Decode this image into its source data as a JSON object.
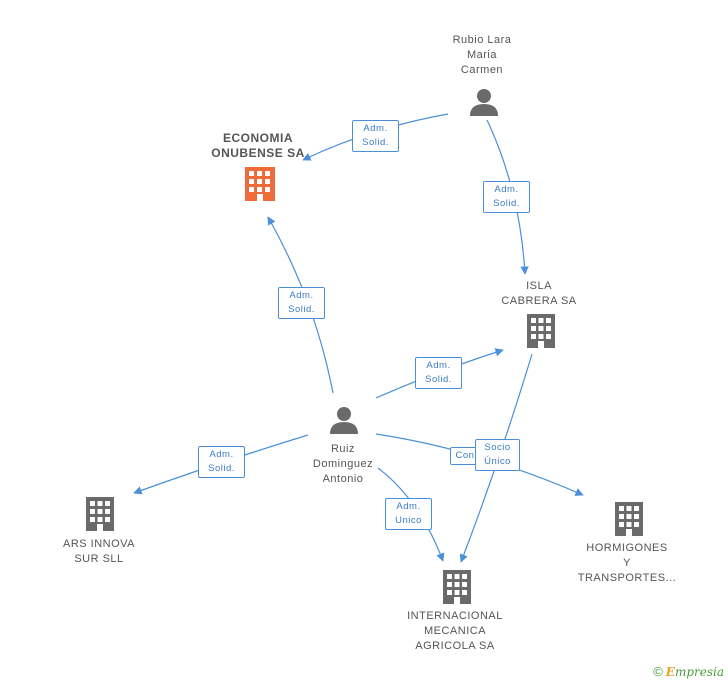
{
  "colors": {
    "edge": "#4a90d9",
    "company_icon": "#6a6a6a",
    "highlight_company_icon": "#f06a3a",
    "person_icon": "#6a6a6a"
  },
  "nodes": {
    "economia": {
      "lines": [
        "ECONOMIA",
        "ONUBENSE SA"
      ],
      "icon": "building-icon"
    },
    "rubio": {
      "lines": [
        "Rubio Lara",
        "Maria",
        "Carmen"
      ],
      "icon": "person-icon"
    },
    "isla": {
      "lines": [
        "ISLA",
        "CABRERA SA"
      ],
      "icon": "building-icon"
    },
    "ruiz": {
      "lines": [
        "Ruiz",
        "Dominguez",
        "Antonio"
      ],
      "icon": "person-icon"
    },
    "ars": {
      "lines": [
        "ARS INNOVA",
        "SUR SLL"
      ],
      "icon": "building-icon"
    },
    "internacional": {
      "lines": [
        "INTERNACIONAL",
        "MECANICA",
        "AGRICOLA SA"
      ],
      "icon": "building-icon"
    },
    "hormigones": {
      "lines": [
        "HORMIGONES",
        "Y",
        "TRANSPORTES..."
      ],
      "icon": "building-icon"
    }
  },
  "edges": {
    "rubio_economia": {
      "lines": [
        "Adm.",
        "Solid."
      ]
    },
    "rubio_isla": {
      "lines": [
        "Adm.",
        "Solid."
      ]
    },
    "ruiz_economia": {
      "lines": [
        "Adm.",
        "Solid."
      ]
    },
    "ruiz_isla": {
      "lines": [
        "Adm.",
        "Solid."
      ]
    },
    "ruiz_ars": {
      "lines": [
        "Adm.",
        "Solid."
      ]
    },
    "ruiz_internacional": {
      "lines": [
        "Adm.",
        "Unico"
      ]
    },
    "ruiz_hormigones": {
      "lines": [
        "Con"
      ]
    },
    "isla_internacional": {
      "lines": [
        "Socio",
        "Único"
      ]
    }
  },
  "footer": {
    "copyright": "©",
    "brand_e": "E",
    "brand_rest": "mpresia"
  }
}
